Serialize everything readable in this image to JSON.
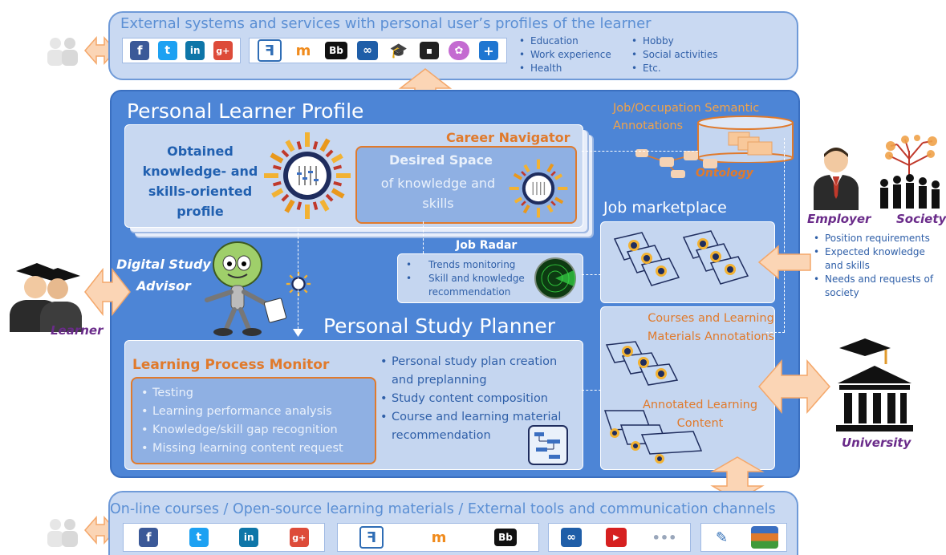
{
  "top": {
    "title": "External systems and services with personal user’s profiles of the learner",
    "bullets_left": [
      "Education",
      "Work experience",
      "Health"
    ],
    "bullets_right": [
      "Hobby",
      "Social activities",
      "Etc."
    ],
    "social_icons": [
      {
        "name": "facebook-icon",
        "glyph": "f",
        "color": "#3b5998"
      },
      {
        "name": "twitter-icon",
        "glyph": "t",
        "color": "#1da1f2"
      },
      {
        "name": "linkedin-icon",
        "glyph": "in",
        "color": "#0e76a8"
      },
      {
        "name": "googleplus-icon",
        "glyph": "g+",
        "color": "#dd4b39"
      }
    ]
  },
  "main": {
    "title": "Personal Learner Profile",
    "career_navigator": "Career Navigator",
    "obtained_profile": "Obtained knowledge- and skills-oriented profile",
    "desired_space_bold": "Desired Space",
    "desired_space_rest": "of knowledge and skills",
    "job_annotations": "Job/Occupation Semantic Annotations",
    "ontology": "Ontology",
    "job_marketplace": "Job marketplace",
    "job_radar": {
      "title": "Job Radar",
      "bullets": [
        "Trends monitoring",
        "Skill and knowledge recommendation"
      ]
    },
    "digital_advisor": "Digital Study Advisor",
    "study_planner": "Personal Study Planner",
    "courses_annotations": "Courses and Learning Materials Annotations",
    "annotated_content": "Annotated Learning Content",
    "lpm": {
      "title": "Learning Process Monitor",
      "bullets": [
        "Testing",
        "Learning performance analysis",
        "Knowledge/skill gap recognition",
        "Missing learning content request"
      ]
    },
    "planner_bullets": [
      "Personal study plan creation and preplanning",
      "Study content composition",
      "Course and learning material recommendation"
    ]
  },
  "right": {
    "employer": "Employer",
    "society": "Society",
    "bullets": [
      "Position requirements",
      "Expected knowledge and skills",
      "Needs and requests of society"
    ],
    "university": "University"
  },
  "left": {
    "learner": "Learner"
  },
  "bottom": {
    "title": "On-line courses / Open-source learning materials / External tools and communication channels"
  }
}
